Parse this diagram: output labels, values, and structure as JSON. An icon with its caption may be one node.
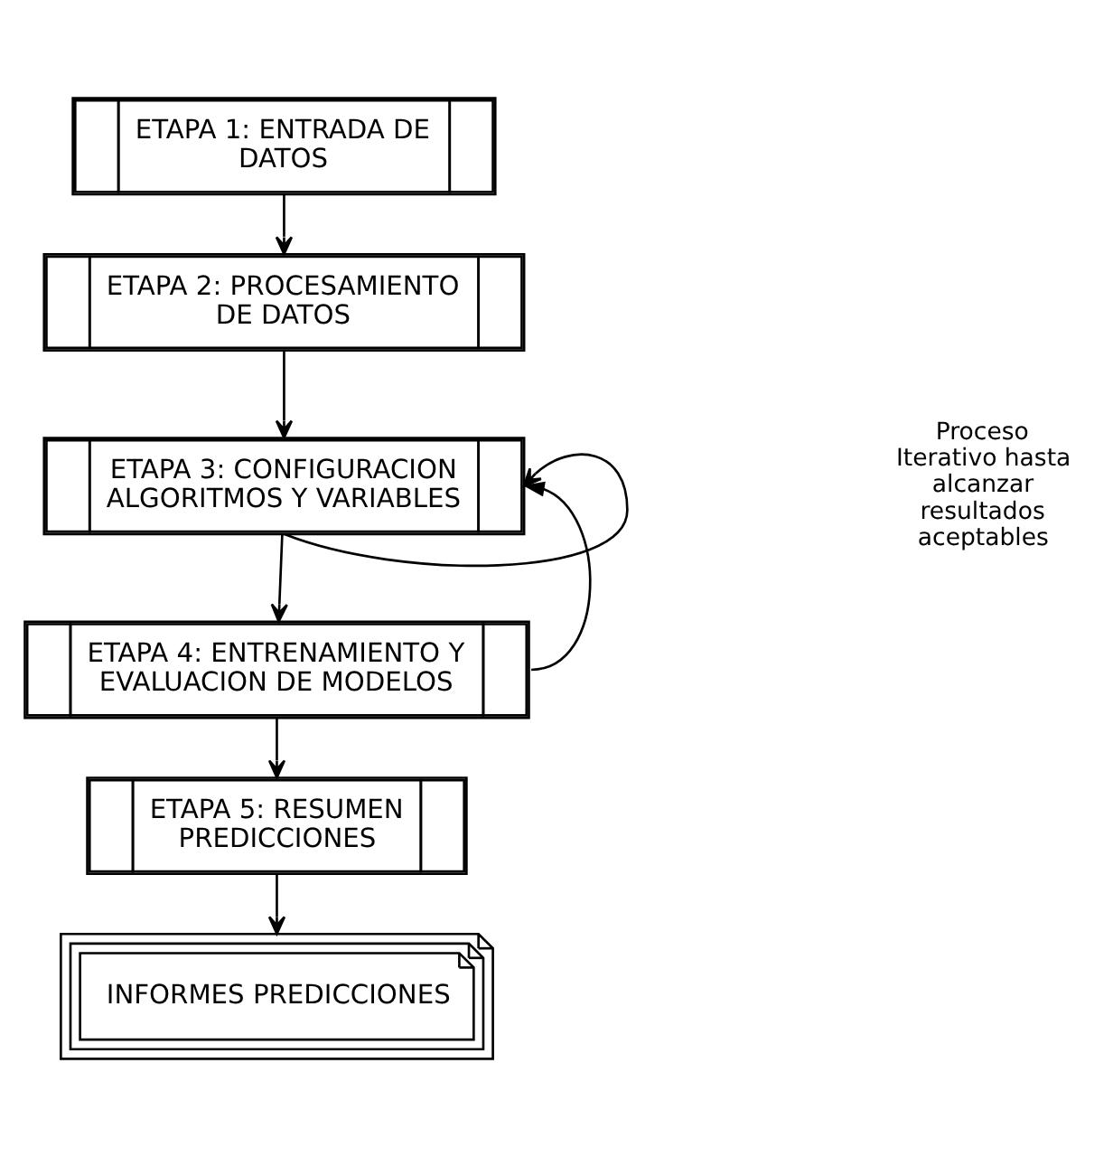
{
  "diagram": {
    "nodes": [
      {
        "text": [
          "ETAPA 1: ENTRADA DE DATOS"
        ]
      },
      {
        "text": [
          "ETAPA 2: PROCESAMIENTO DE DATOS"
        ]
      },
      {
        "text": [
          "ETAPA 3: CONFIGURACION ALGORITMOS Y VARIABLES"
        ]
      },
      {
        "text": [
          "ETAPA 4: ENTRENAMIENTO Y EVALUACION DE MODELOS"
        ]
      },
      {
        "text": [
          "ETAPA 5: RESUMEN PREDICCIONES"
        ]
      },
      {
        "text": [
          "INFORMES PREDICCIONES"
        ]
      }
    ],
    "edges": [
      {
        "from": 0,
        "to": 1,
        "arrow": "to"
      },
      {
        "from": 1,
        "to": 2,
        "arrow": "to"
      },
      {
        "from": 2,
        "to": 3,
        "arrow": "to"
      },
      {
        "from": 2,
        "to": 2,
        "arrow": "to"
      },
      {
        "from": 3,
        "to": 4,
        "arrow": "to"
      },
      {
        "from": 3,
        "to": 2,
        "arrow": "to"
      },
      {
        "from": 4,
        "to": 5,
        "arrow": "to"
      }
    ],
    "labels": [
      "Proceso Iterativo hasta alcanzar resultados aceptables"
    ]
  }
}
